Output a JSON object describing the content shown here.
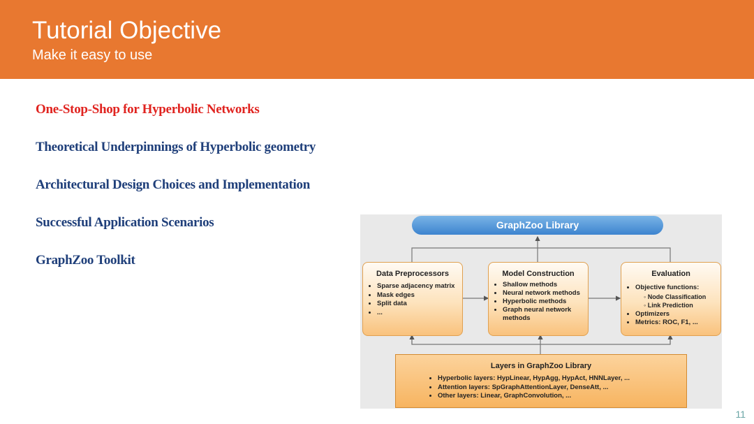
{
  "header": {
    "title": "Tutorial Objective",
    "subtitle": "Make it easy to use"
  },
  "agenda": [
    {
      "text": "One-Stop-Shop for Hyperbolic Networks",
      "color": "#E0231F"
    },
    {
      "text": "Theoretical Underpinnings of Hyperbolic geometry",
      "color": "#1F3F7A"
    },
    {
      "text": "Architectural Design Choices and Implementation",
      "color": "#1F3F7A"
    },
    {
      "text": "Successful Application Scenarios",
      "color": "#1F3F7A"
    },
    {
      "text": "GraphZoo Toolkit",
      "color": "#1F3F7A"
    }
  ],
  "diagram": {
    "banner": "GraphZoo Library",
    "data_preprocessors": {
      "title": "Data Preprocessors",
      "items": [
        "Sparse adjacency matrix",
        "Mask edges",
        "Split data",
        "..."
      ]
    },
    "model_construction": {
      "title": "Model Construction",
      "items": [
        "Shallow methods",
        "Neural network methods",
        "Hyperbolic methods",
        "Graph neural network methods"
      ]
    },
    "evaluation": {
      "title": "Evaluation",
      "items": [
        "Objective functions:",
        "Optimizers",
        "Metrics: ROC, F1, ..."
      ],
      "sub_items": [
        "Node Classification",
        "Link Prediction"
      ]
    },
    "layers": {
      "title": "Layers in GraphZoo Library",
      "items": [
        "Hyperbolic layers: HypLinear, HypAgg, HypAct, HNNLayer, ...",
        "Attention layers: SpGraphAttentionLayer, DenseAtt, ...",
        "Other layers: Linear, GraphConvolution, ..."
      ]
    }
  },
  "slide_number": "11",
  "colors": {
    "header_bg": "#E87830",
    "accent_red": "#E0231F",
    "navy": "#1F3F7A",
    "banner_blue": "#4A8FD6",
    "box_orange": "#F9C27D"
  }
}
